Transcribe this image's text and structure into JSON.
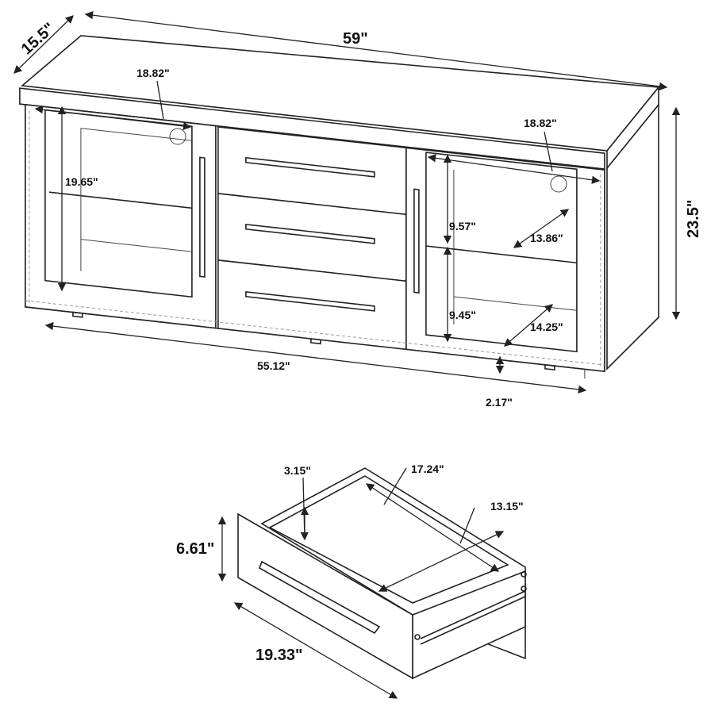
{
  "dimensions": {
    "depth": "15.5\"",
    "width": "59\"",
    "height": "23.5\"",
    "left_shelf_depth": "18.82\"",
    "right_shelf_depth": "18.82\"",
    "left_opening_height": "19.65\"",
    "right_upper_height": "9.57\"",
    "right_upper_width": "13.86\"",
    "right_lower_height": "9.45\"",
    "right_lower_width": "14.25\"",
    "base_width": "55.12\"",
    "leg_height": "2.17\"",
    "drawer_inner_height": "3.15\"",
    "drawer_inner_depth": "17.24\"",
    "drawer_inner_width": "13.15\"",
    "drawer_height": "6.61\"",
    "drawer_width": "19.33\""
  },
  "colors": {
    "line": "#222222",
    "hidden_line": "#999999"
  }
}
